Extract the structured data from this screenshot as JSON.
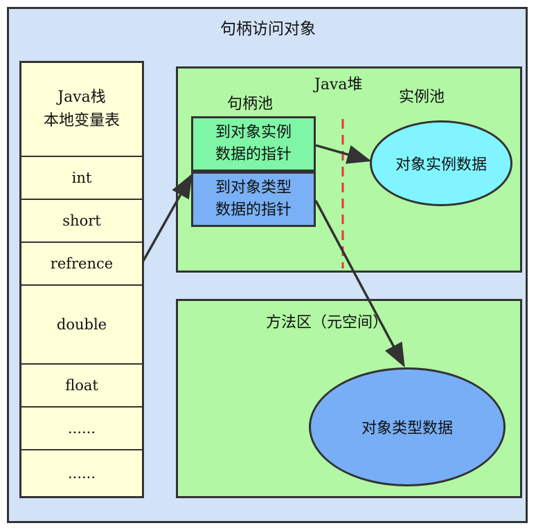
{
  "title": "句柄访问对象",
  "stack": {
    "header_line1": "Java栈",
    "header_line2": "本地变量表",
    "cells": [
      "int",
      "short",
      "refrence",
      "double",
      "float",
      "......",
      "......"
    ]
  },
  "heap": {
    "label": "Java堆",
    "handle_pool_label": "句柄池",
    "instance_pool_label": "实例池",
    "instance_pointer_line1": "到对象实例",
    "instance_pointer_line2": "数据的指针",
    "type_pointer_line1": "到对象类型",
    "type_pointer_line2": "数据的指针",
    "instance_data": "对象实例数据"
  },
  "method_area": {
    "label": "方法区（元空间）",
    "type_data": "对象类型数据"
  },
  "colors": {
    "background": "#d2e3f8",
    "stack_fill": "#ffffd8",
    "region_fill": "#b2f7a4",
    "instance_pointer_fill": "#7ff5a6",
    "type_pointer_fill": "#7ab0f5",
    "instance_data_fill": "#80f5ff",
    "type_data_fill": "#78aef5",
    "divider": "#e53935"
  }
}
